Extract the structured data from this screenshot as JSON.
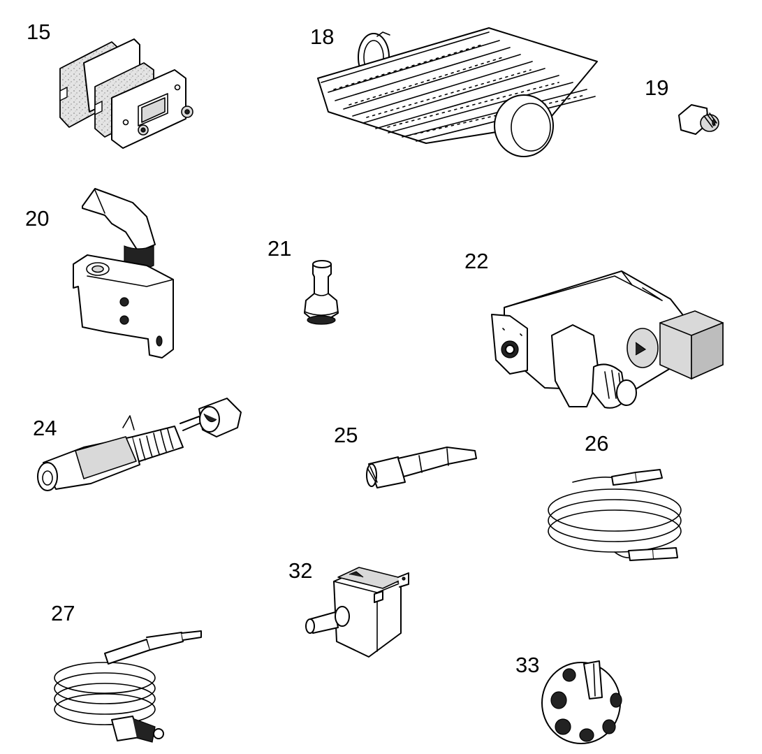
{
  "parts": [
    {
      "key": "p15",
      "number": "15"
    },
    {
      "key": "p18",
      "number": "18"
    },
    {
      "key": "p19",
      "number": "19"
    },
    {
      "key": "p20",
      "number": "20"
    },
    {
      "key": "p21",
      "number": "21"
    },
    {
      "key": "p22",
      "number": "22"
    },
    {
      "key": "p24",
      "number": "24"
    },
    {
      "key": "p25",
      "number": "25"
    },
    {
      "key": "p26",
      "number": "26"
    },
    {
      "key": "p27",
      "number": "27"
    },
    {
      "key": "p32",
      "number": "32"
    },
    {
      "key": "p33",
      "number": "33"
    }
  ]
}
